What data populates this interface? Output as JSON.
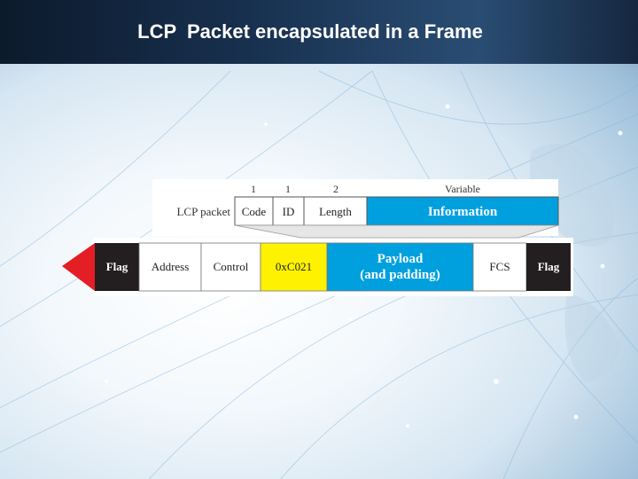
{
  "slide": {
    "title": "LCP  Packet encapsulated in a Frame"
  },
  "lcp_packet": {
    "row_label": "LCP packet",
    "fields": [
      {
        "label": "Code",
        "size": "1"
      },
      {
        "label": "ID",
        "size": "1"
      },
      {
        "label": "Length",
        "size": "2"
      },
      {
        "label": "Information",
        "size": "Variable"
      }
    ]
  },
  "frame": {
    "fields": {
      "flag_start": "Flag",
      "address": "Address",
      "control": "Control",
      "protocol": "0xC021",
      "payload_line1": "Payload",
      "payload_line2": "(and padding)",
      "fcs": "FCS",
      "flag_end": "Flag"
    }
  },
  "colors": {
    "flag": "#231f20",
    "arrow": "#e31e24",
    "protocol": "#fff200",
    "information": "#00a0df",
    "payload": "#00a0df",
    "title_bar": "#183150"
  }
}
